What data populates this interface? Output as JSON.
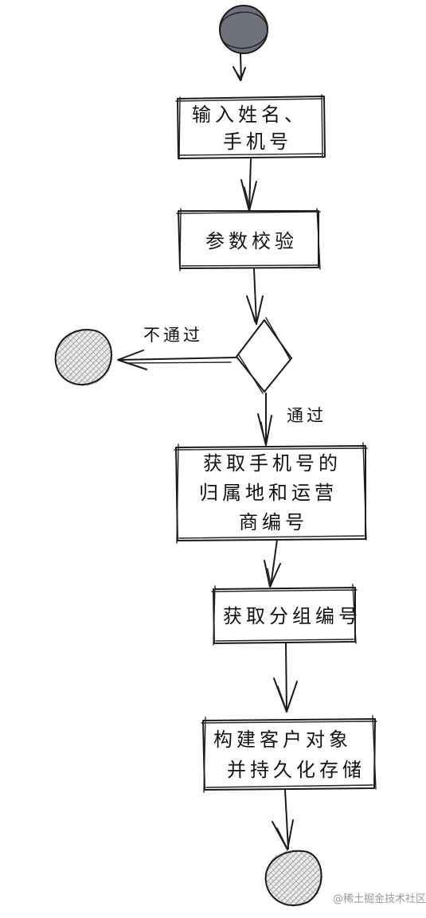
{
  "diagram": {
    "input_box": [
      "输入姓名、",
      "手机号"
    ],
    "validate_box": "参数校验",
    "fail_label": "不通过",
    "pass_label": "通过",
    "lookup_box": [
      "获取手机号的",
      "归属地和运营",
      "商编号"
    ],
    "group_box": "获取分组编号",
    "persist_box": [
      "构建客户对象",
      "并持久化存储"
    ]
  },
  "watermark": "@稀土掘金技术社区",
  "colors": {
    "start_node": "#6e717a",
    "hatched_node": "#d4d4d4",
    "stroke": "#1a1a1a"
  }
}
